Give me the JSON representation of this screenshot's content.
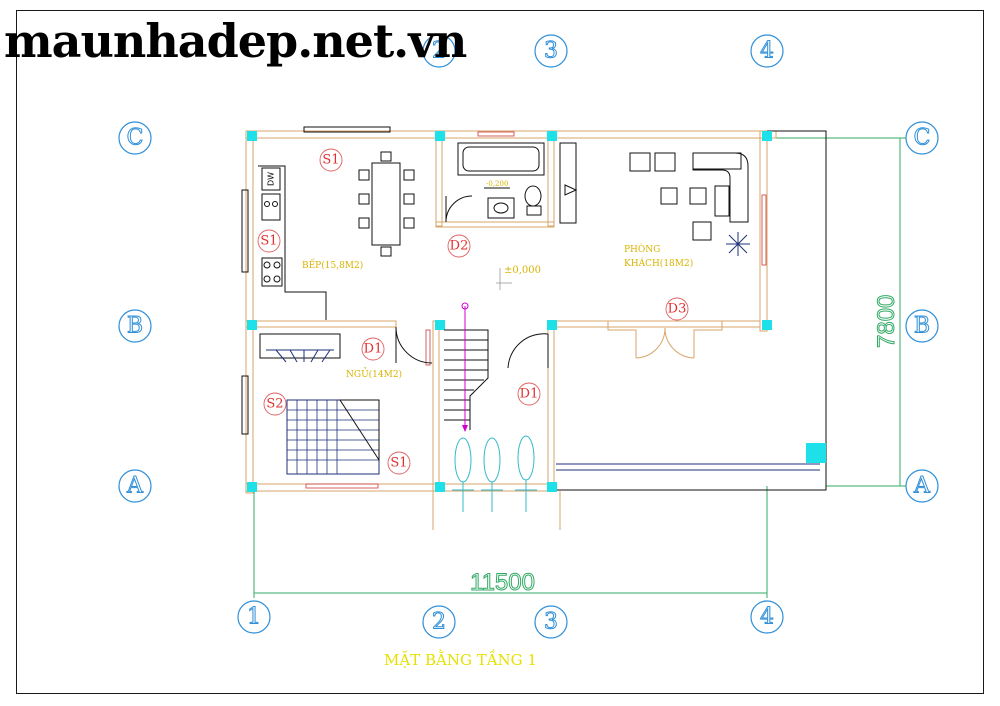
{
  "watermark": "maunhadep.net.vn",
  "drawing_title": "MẶT BẰNG TẦNG 1",
  "grid_top": [
    "2",
    "3",
    "4"
  ],
  "grid_bottom": [
    "1",
    "2",
    "3",
    "4"
  ],
  "grid_left": [
    "C",
    "B",
    "A"
  ],
  "grid_right": [
    "C",
    "B",
    "A"
  ],
  "dimensions": {
    "width": "11500",
    "depth": "7800"
  },
  "rooms": {
    "kitchen": "BẾP(15,8M2)",
    "living_line1": "PHÒNG",
    "living_line2": "KHÁCH(18M2)",
    "bedroom": "NGỦ(14M2)"
  },
  "levels": {
    "floor": "±0,000",
    "wet": "-0,200"
  },
  "appliance": "DW",
  "tags": {
    "s1_dining": "S1",
    "s1_kitchen": "S1",
    "s2_bedroom": "S2",
    "s1_bedroom": "S1",
    "d1_bedroom": "D1",
    "d2_wc": "D2",
    "d3_living": "D3",
    "d1_hall": "D1"
  },
  "colors": {
    "grid_bubble": "#2f8fd8",
    "dimension": "#33aa66",
    "wall": "#d9a46a",
    "tag": "#e03030",
    "column": "#1ee0e8",
    "title": "#e8e000"
  }
}
